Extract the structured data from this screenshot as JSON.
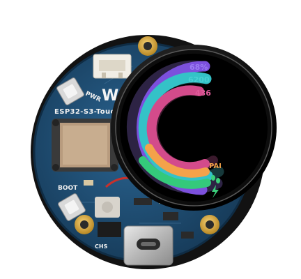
{
  "board": {
    "model_text": "ESP32-S3-Touch-LC",
    "logo_text": "W",
    "boot_label": "BOOT",
    "pwr_label": "PWR",
    "chs_label": "CHS",
    "colors": {
      "pcb": "#1f4f76",
      "pcb_dark": "#163a58",
      "gold": "#d9a736",
      "bezel": "#111111"
    }
  },
  "watchface": {
    "values": [
      "68%",
      "6200",
      "436",
      "PAI"
    ],
    "ring_colors": [
      "#7a4fd8",
      "#3bc5c8",
      "#d24a8c",
      "#f4a24a",
      "#35c87a"
    ],
    "icons": [
      "footprints-icon",
      "lightning-icon"
    ]
  }
}
